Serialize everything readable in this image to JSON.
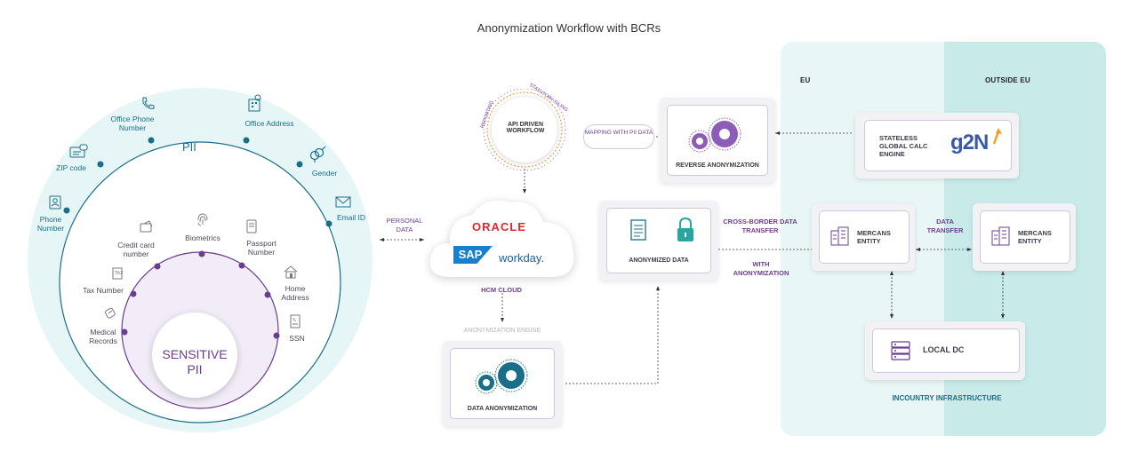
{
  "title": "Anonymization Workflow with BCRs",
  "regions": {
    "eu": "EU",
    "outside_eu": "OUTSIDE EU",
    "incountry": "INCOUNTRY INFRASTRUCTURE"
  },
  "pii": {
    "title": "PII",
    "items": [
      "Office Phone Number",
      "Office Address",
      "ZIP code",
      "Gender",
      "Phone Number",
      "Email ID"
    ]
  },
  "sensitive": {
    "title": "SENSITIVE PII",
    "items": [
      "Credit card number",
      "Biometrics",
      "Passport Number",
      "Tax Number",
      "Home Address",
      "Medical Records",
      "SSN"
    ]
  },
  "workflow": {
    "api": "API DRIVEN WORKFLOW",
    "reporting": "REPORTING",
    "statutory": "STATUTORY FILING",
    "mapping": "MAPPING WITH PII DATA",
    "reverse": "REVERSE ANONYMIZATION",
    "personal_data": "PERSONAL DATA",
    "hcm_cloud": "HCM CLOUD",
    "oracle": "ORACLE",
    "sap": "SAP",
    "workday": "workday.",
    "engine_label": "ANONYMIZATION ENGINE",
    "data_anon": "DATA ANONYMIZATION",
    "anonymized": "ANONYMIZED DATA",
    "cross_border": "CROSS-BORDER DATA TRANSFER",
    "with_anon": "WITH ANONYMIZATION",
    "stateless": "STATELESS GLOBAL CALC ENGINE",
    "g2n": "g2N",
    "mercans_eu": "MERCANS ENTITY",
    "data_transfer": "DATA TRANSFER",
    "mercans_out": "MERCANS ENTITY",
    "local_dc": "LOCAL DC"
  },
  "colors": {
    "teal": "#1a6f88",
    "purple": "#6b3d8f",
    "orange": "#f08a24",
    "sap_blue": "#1a7fc9",
    "oracle_red": "#e3262c"
  }
}
